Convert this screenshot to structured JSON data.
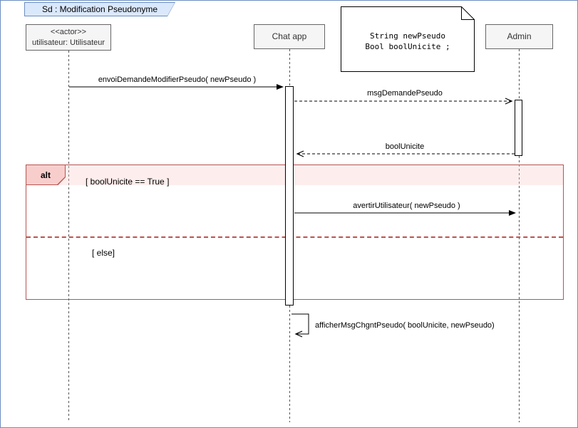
{
  "frame": {
    "title": "Sd :  Modification Pseudonyme"
  },
  "lifelines": [
    {
      "stereotype": "<<actor>>",
      "name": "utilisateur: Utilisateur"
    },
    {
      "name": "Chat app"
    },
    {
      "name": "Admin"
    }
  ],
  "note": {
    "lines": [
      "String newPseudo",
      "Bool boolUnicite ;"
    ]
  },
  "messages": [
    {
      "label": "envoiDemandeModifierPseudo( newPseudo )",
      "kind": "sync-call"
    },
    {
      "label": "msgDemandePseudo",
      "kind": "dashed-call"
    },
    {
      "label": "boolUnicite",
      "kind": "dashed-return"
    },
    {
      "label": "avertirUtilisateur( newPseudo )",
      "kind": "sync-call"
    },
    {
      "label": "afficherMsgChgntPseudo( boolUnicite, newPseudo)",
      "kind": "self-call"
    }
  ],
  "alt_fragment": {
    "operator": "alt",
    "guard_true": "[ boolUnicite == True ]",
    "guard_else": "[ else]"
  },
  "colors": {
    "frame_border": "#6c8ebf",
    "frame_tab_fill": "#dae8fc",
    "lifeline_box_fill": "#f5f5f5",
    "lifeline_box_border": "#666666",
    "alt_border": "#b85450",
    "alt_label_fill": "#f8cecc",
    "note_border": "#000000"
  }
}
